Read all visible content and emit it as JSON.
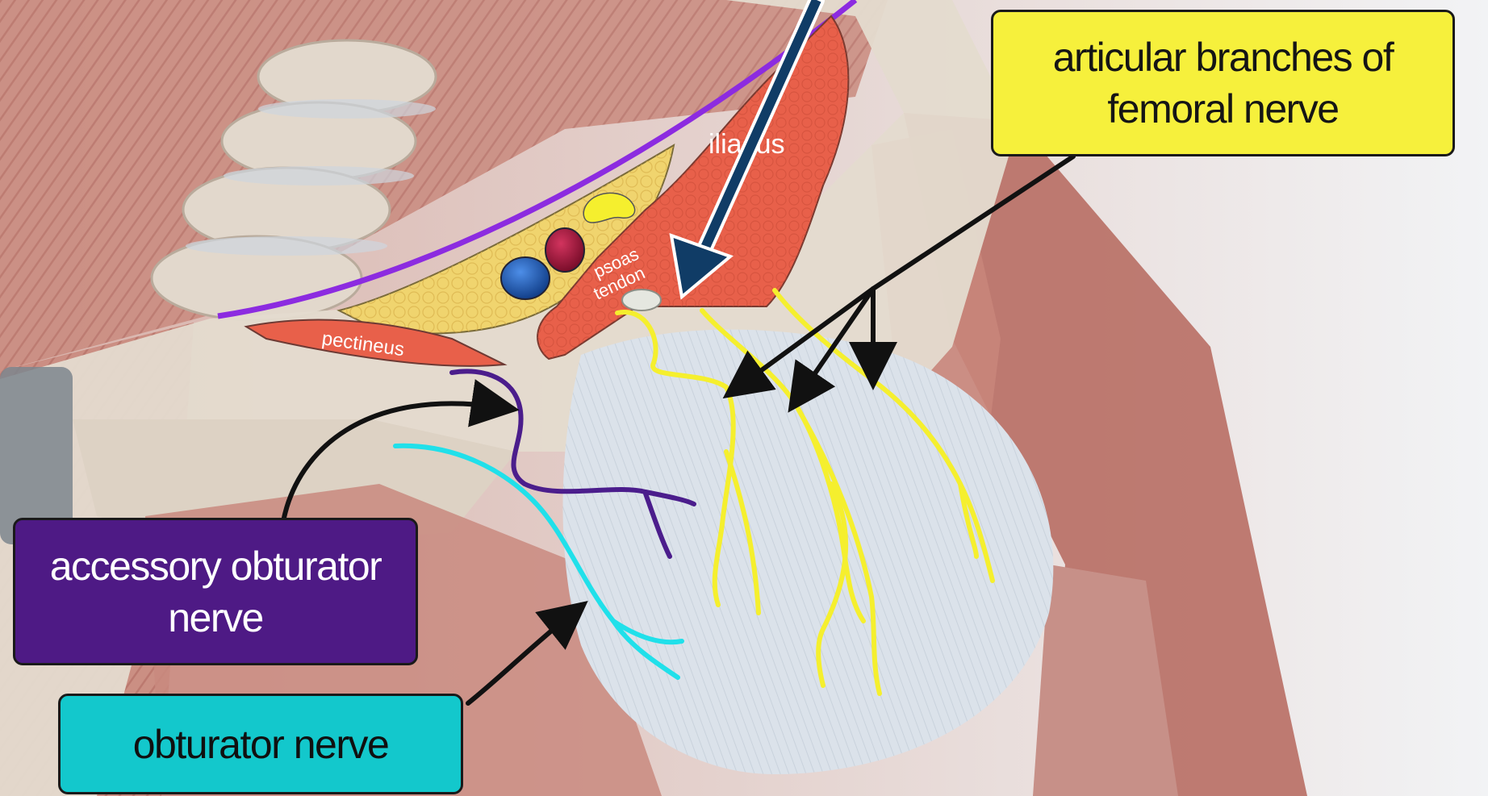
{
  "labels": {
    "femoral": {
      "line1": "articular branches of",
      "line2": "femoral nerve"
    },
    "accessory": {
      "line1": "accessory obturator",
      "line2": "nerve"
    },
    "obturator": {
      "text": "obturator nerve"
    }
  },
  "structures": {
    "iliacus": "iliacus",
    "psoas_line1": "psoas",
    "psoas_line2": "tendon",
    "pectineus": "pectineus"
  },
  "colors": {
    "femoral_label": "#f6f03c",
    "accessory_label": "#4e1a85",
    "obturator_label": "#13c8cc",
    "femoral_nerve": "#f5ef2e",
    "accessory_nerve": "#4b1d8c",
    "obturator_nerve": "#20e0ea",
    "muscle": "#e8604a",
    "fat": "#f0d46e",
    "artery": "#a8123a",
    "vein": "#1f5bb0",
    "capsule": "#dfe6ee",
    "inguinal_ligament": "#8c2be0",
    "pointer_arrow": "#103c66"
  }
}
